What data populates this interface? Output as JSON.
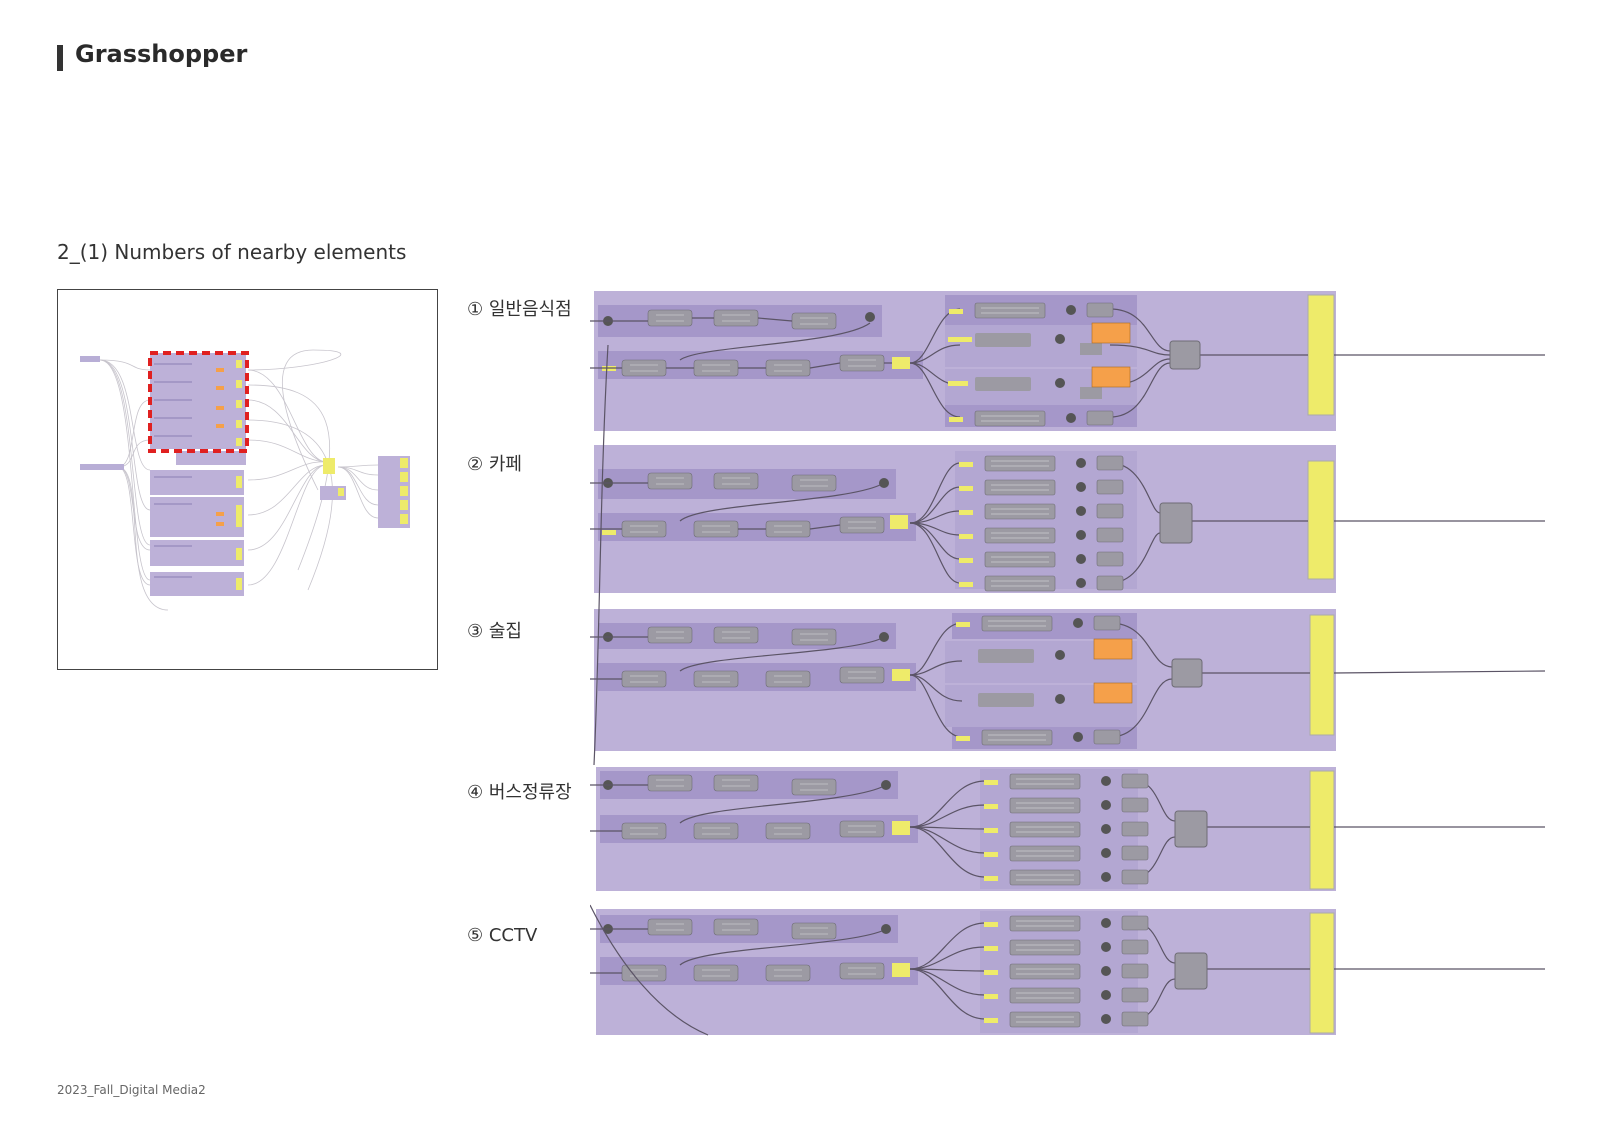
{
  "header": {
    "title": "Grasshopper"
  },
  "subtitle": "2_(1) Numbers of nearby elements",
  "sections": [
    {
      "label": "① 일반음식점"
    },
    {
      "label": "② 카페"
    },
    {
      "label": "③ 술집"
    },
    {
      "label": "④ 버스정류장"
    },
    {
      "label": "⑤ CCTV"
    }
  ],
  "footer": {
    "text": "2023_Fall_Digital Media2"
  },
  "colors": {
    "group_purple": "#bdb1d8",
    "group_dark": "#a597c9",
    "node_grey": "#9c9aa3",
    "panel_yellow": "#eeeb6a",
    "accent_orange": "#f5a04a",
    "highlight_red": "#e02020"
  }
}
